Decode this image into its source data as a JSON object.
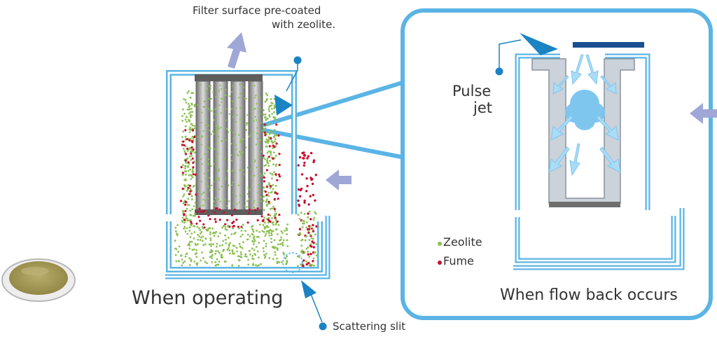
{
  "labels": {
    "filter_surface_line1": "Filter surface pre-coated",
    "filter_surface_line2": "with zeolite.",
    "when_operating": "When operating",
    "scattering_slit": "Scattering slit",
    "pulse_line1": "Pulse",
    "pulse_line2": "jet",
    "when_flow_back": "When flow back occurs"
  },
  "legend": [
    {
      "label": "Zeolite",
      "color": "#8cc152"
    },
    {
      "label": "Fume",
      "color": "#c8102e"
    }
  ],
  "colors": {
    "housing": "#5bb4e5",
    "arrow_light": "#9ea7d6",
    "arrow_dark": "#1a83c4",
    "jet_plate": "#1b4f91",
    "zeolite": "#8cc152",
    "fume": "#c8102e",
    "filter": "#8e8e8e"
  },
  "icons": [
    "up-arrow-icon",
    "left-arrow-icon",
    "pointer-arrow-icon",
    "callout-dot-icon",
    "zeolite-powder-dish-icon"
  ]
}
